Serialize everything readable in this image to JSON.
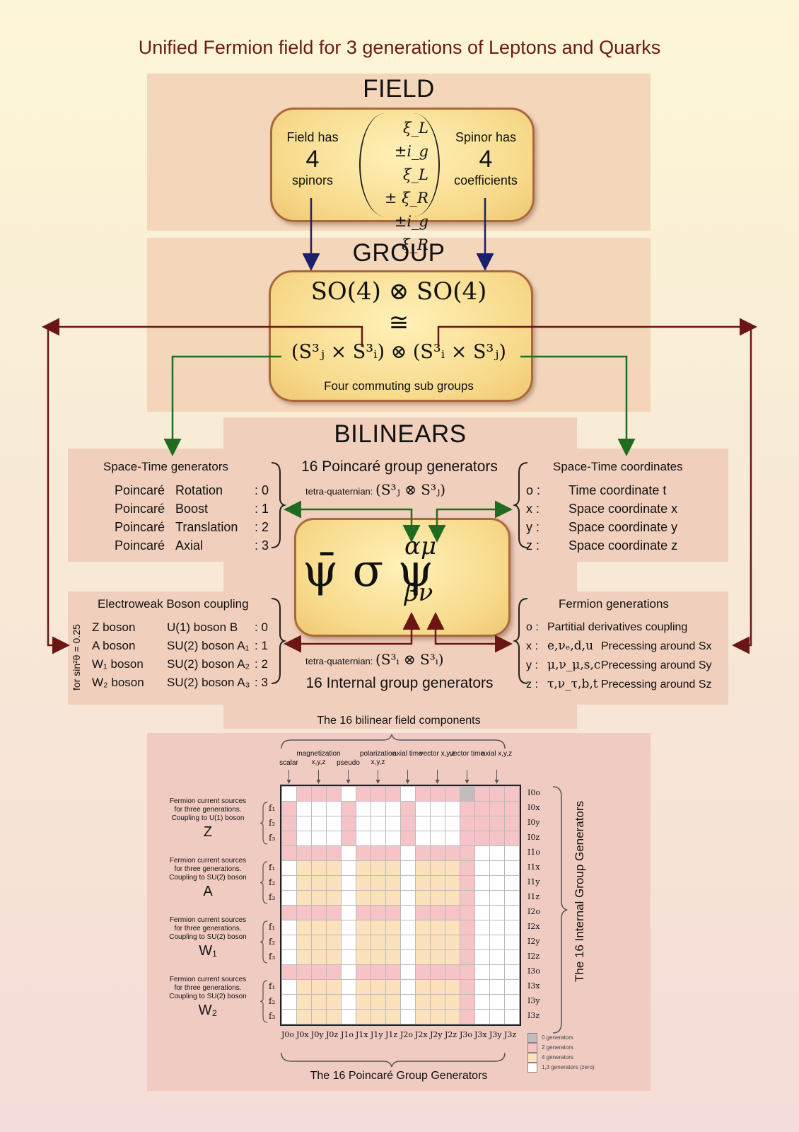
{
  "title": "Unified Fermion field for 3 generations of Leptons and Quarks",
  "field": {
    "heading": "FIELD",
    "left_top": "Field has",
    "left_num": "4",
    "left_bottom": "spinors",
    "right_top": "Spinor has",
    "right_num": "4",
    "right_bottom": "coefficients",
    "rows": [
      "ξ_L",
      "±i_g ξ_L",
      "±  ξ_R",
      "±i_g ξ_R"
    ]
  },
  "group": {
    "heading": "GROUP",
    "line1": "SO(4) ⊗ SO(4)",
    "line2": "≅",
    "line3": "(S³ⱼ × S³ᵢ) ⊗ (S³ᵢ × S³ⱼ)",
    "caption": "Four commuting sub groups"
  },
  "bilinears": {
    "heading": "BILINEARS",
    "center_expr": "ψ̄ σ ψ",
    "sup": "αμ",
    "sub": "βν",
    "poincare_title": "16 Poincaré group generators",
    "tq_top": "tetra-quaternian:",
    "tq_top_expr": "(S³ⱼ ⊗ S³ⱼ)",
    "internal_title": "16 Internal group generators",
    "tq_bottom": "tetra-quaternian:",
    "tq_bottom_expr": "(S³ᵢ ⊗ S³ᵢ)",
    "st_gen": {
      "title": "Space-Time generators",
      "rows": [
        {
          "a": "Poincaré",
          "b": "Rotation",
          "n": ": 0"
        },
        {
          "a": "Poincaré",
          "b": "Boost",
          "n": ": 1"
        },
        {
          "a": "Poincaré",
          "b": "Translation",
          "n": ": 2"
        },
        {
          "a": "Poincaré",
          "b": "Axial",
          "n": ": 3"
        }
      ]
    },
    "st_coord": {
      "title": "Space-Time coordinates",
      "rows": [
        {
          "k": "o :",
          "v": "Time   coordinate t"
        },
        {
          "k": "x :",
          "v": "Space coordinate x"
        },
        {
          "k": "y :",
          "v": "Space coordinate y"
        },
        {
          "k": "z :",
          "v": "Space coordinate z"
        }
      ]
    },
    "ew": {
      "title": "Electroweak Boson coupling",
      "side": "for sin²θ = 0.25",
      "rows": [
        {
          "a": "Z  boson",
          "b": "U(1) boson B",
          "n": ": 0"
        },
        {
          "a": "A  boson",
          "b": "SU(2) boson A₁",
          "n": ": 1"
        },
        {
          "a": "W₁ boson",
          "b": "SU(2) boson A₂",
          "n": ": 2"
        },
        {
          "a": "W₂ boson",
          "b": "SU(2) boson A₃",
          "n": ": 3"
        }
      ]
    },
    "fg": {
      "title": "Fermion generations",
      "rows": [
        {
          "k": "o :",
          "p": "",
          "v": "Partitial derivatives coupling"
        },
        {
          "k": "x :",
          "p": "e,νₑ,d,u",
          "v": "Precessing around Sx"
        },
        {
          "k": "y :",
          "p": "μ,ν_μ,s,c",
          "v": "Precessing around Sy"
        },
        {
          "k": "z :",
          "p": "τ,ν_τ,b,t",
          "v": "Precessing around Sz"
        }
      ]
    }
  },
  "matrix": {
    "top_title": "The 16 bilinear field components",
    "col_labels": [
      "scalar",
      "magnetization x,y,z",
      "pseudo",
      "polarization x,y,z",
      "axial time",
      "vector x,y,z",
      "vector time",
      "axial x,y,z"
    ],
    "bottom_title": "The 16 Poincaré Group Generators",
    "right_title": "The 16 Internal Group Generators",
    "source_text": [
      "Fermion current sources",
      "for three generations."
    ],
    "groups": [
      {
        "coupling": "Coupling to U(1) boson",
        "name": "Z"
      },
      {
        "coupling": "Coupling to SU(2) boson",
        "name": "A"
      },
      {
        "coupling": "Coupling to SU(2) boson",
        "name": "W₁"
      },
      {
        "coupling": "Coupling to SU(2) boson",
        "name": "W₂"
      }
    ],
    "f_labels": [
      "f₁",
      "f₂",
      "f₃"
    ],
    "row_labels": [
      "I0o",
      "I0x",
      "I0y",
      "I0z",
      "I1o",
      "I1x",
      "I1y",
      "I1z",
      "I2o",
      "I2x",
      "I2y",
      "I2z",
      "I3o",
      "I3x",
      "I3y",
      "I3z"
    ],
    "col_axis": [
      "J0o",
      "J0x",
      "J0y",
      "J0z",
      "J1o",
      "J1x",
      "J1y",
      "J1z",
      "J2o",
      "J2x",
      "J2y",
      "J2z",
      "J3o",
      "J3x",
      "J3y",
      "J3z"
    ],
    "legend": [
      {
        "label": "0 generators",
        "color": "#c4bcbc"
      },
      {
        "label": "2 generators",
        "color": "#f6c3c7"
      },
      {
        "label": "4 generators",
        "color": "#fbe2bc"
      },
      {
        "label": "1,3 generators (zero)",
        "color": "#ffffff"
      }
    ]
  }
}
